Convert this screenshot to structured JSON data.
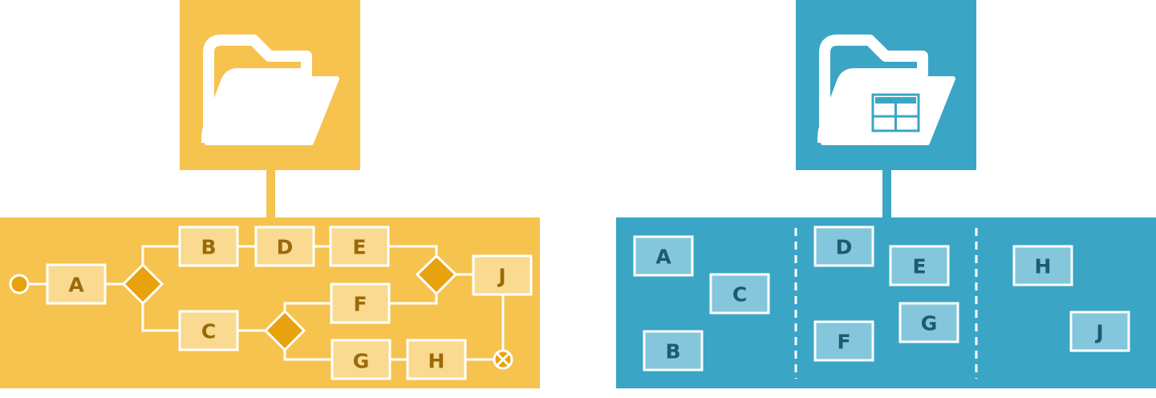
{
  "colors": {
    "yellow_panel": "#F6C34F",
    "yellow_box": "#FAD991",
    "yellow_text": "#9A6A0A",
    "yellow_gateway": "#E8A20E",
    "blue_panel": "#3BA5C6",
    "blue_box": "#84C6DC",
    "blue_text": "#1E5A70",
    "white": "#FFFFFF"
  },
  "left_panel": {
    "icon": "folder-icon",
    "tasks": {
      "A": "A",
      "B": "B",
      "C": "C",
      "D": "D",
      "E": "E",
      "F": "F",
      "G": "G",
      "H": "H",
      "J": "J"
    }
  },
  "right_panel": {
    "icon": "folder-table-icon",
    "tasks": {
      "A": "A",
      "B": "B",
      "C": "C",
      "D": "D",
      "E": "E",
      "F": "F",
      "G": "G",
      "H": "H",
      "J": "J"
    }
  }
}
